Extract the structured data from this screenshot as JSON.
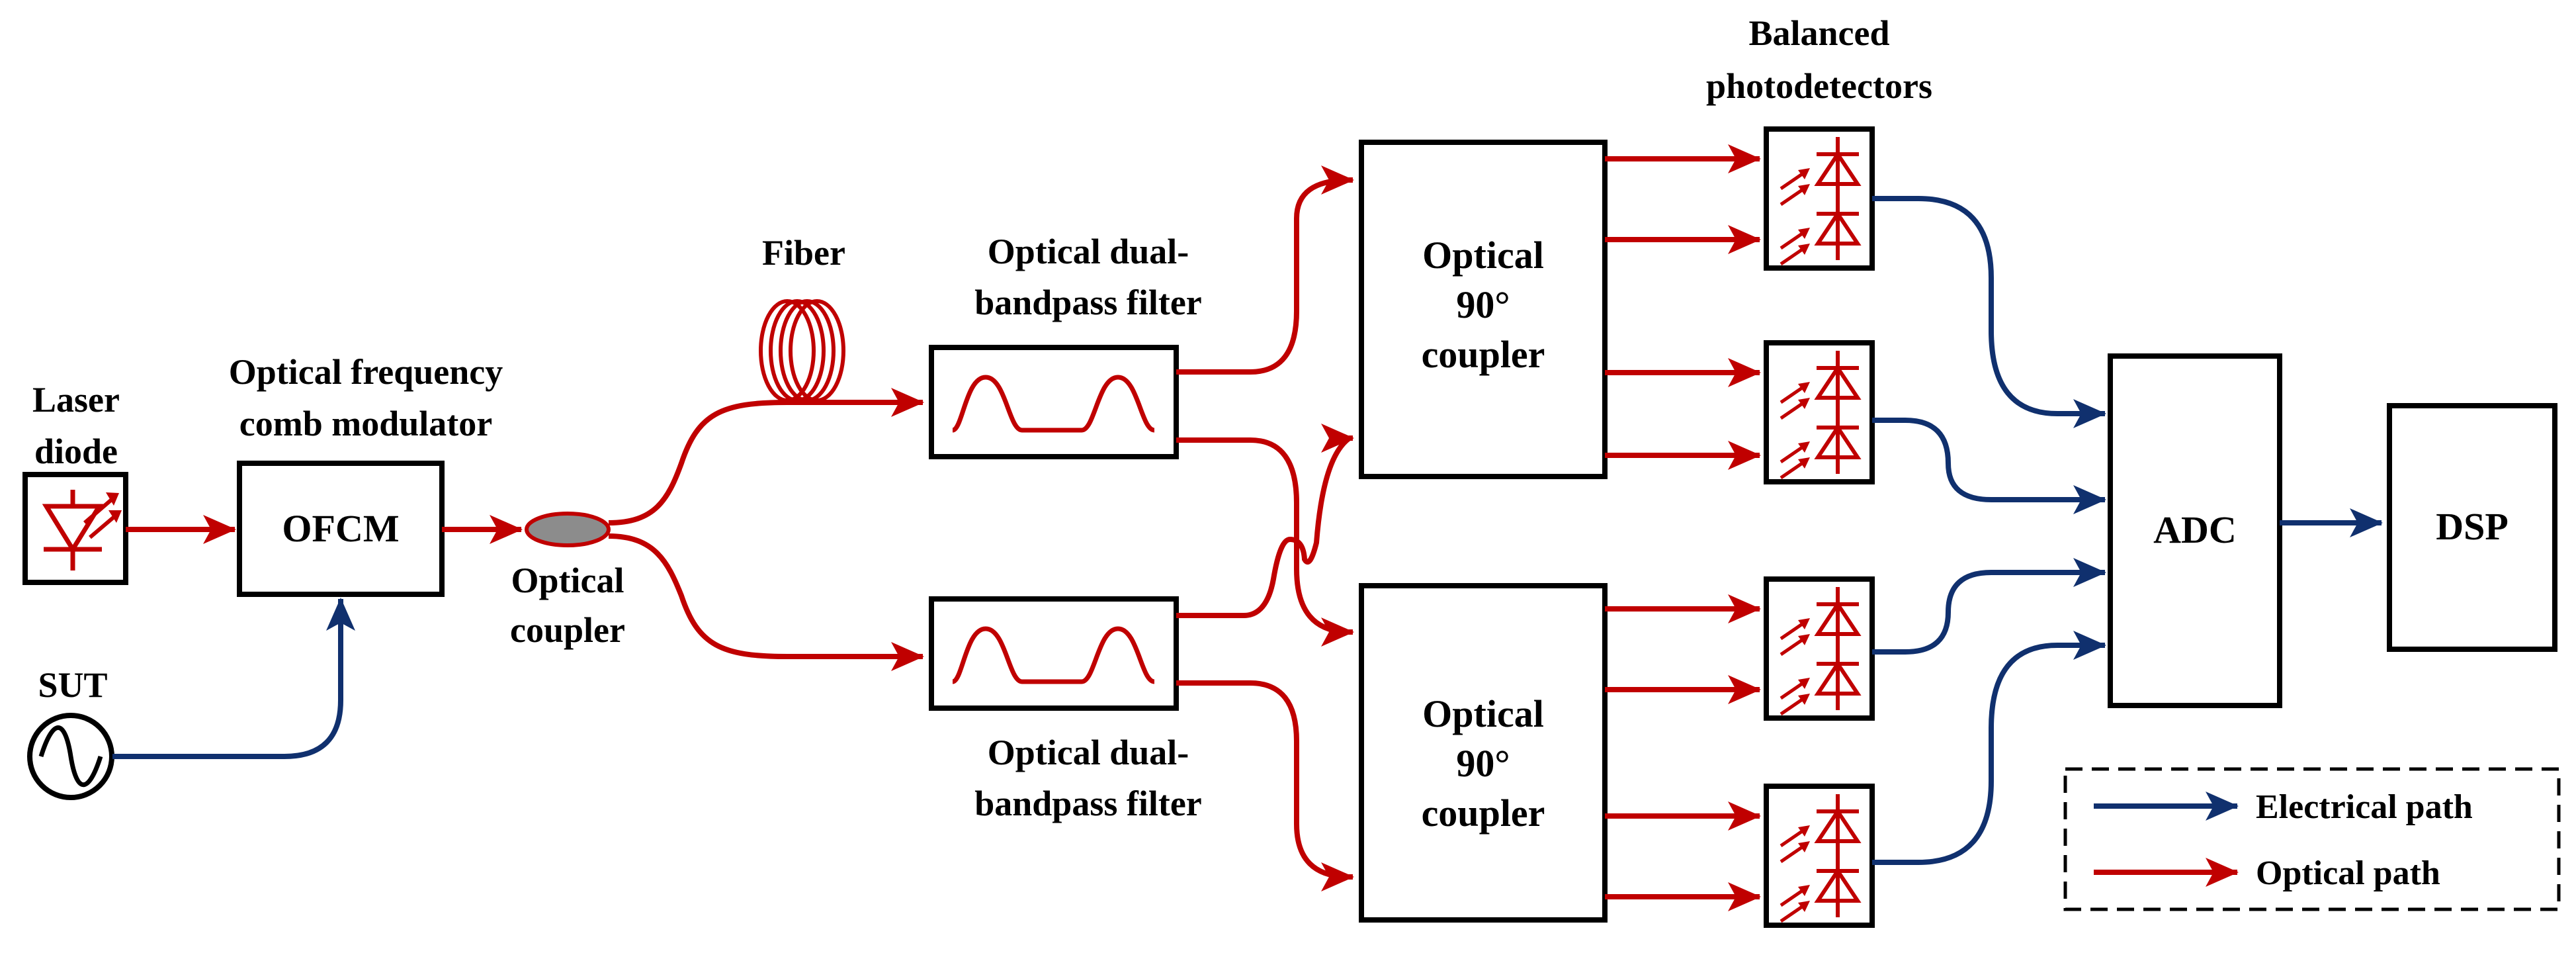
{
  "labels": {
    "laser_diode_1": "Laser",
    "laser_diode_2": "diode",
    "ofcm_title_1": "Optical frequency",
    "ofcm_title_2": "comb modulator",
    "ofcm_box": "OFCM",
    "sut": "SUT",
    "optical_coupler_1": "Optical",
    "optical_coupler_2": "coupler",
    "fiber": "Fiber",
    "filter_top_1": "Optical dual-",
    "filter_top_2": "bandpass filter",
    "filter_bottom_1": "Optical dual-",
    "filter_bottom_2": "bandpass filter",
    "coupler90_top_1": "Optical",
    "coupler90_top_2": "90°",
    "coupler90_top_3": "coupler",
    "coupler90_bottom_1": "Optical",
    "coupler90_bottom_2": "90°",
    "coupler90_bottom_3": "coupler",
    "bpd_title_1": "Balanced",
    "bpd_title_2": "photodetectors",
    "adc": "ADC",
    "dsp": "DSP"
  },
  "legend": {
    "electrical": "Electrical path",
    "optical": "Optical path"
  },
  "colors": {
    "optical_path": "#c00000",
    "electrical_path": "#10306e",
    "box_stroke": "#000000"
  }
}
